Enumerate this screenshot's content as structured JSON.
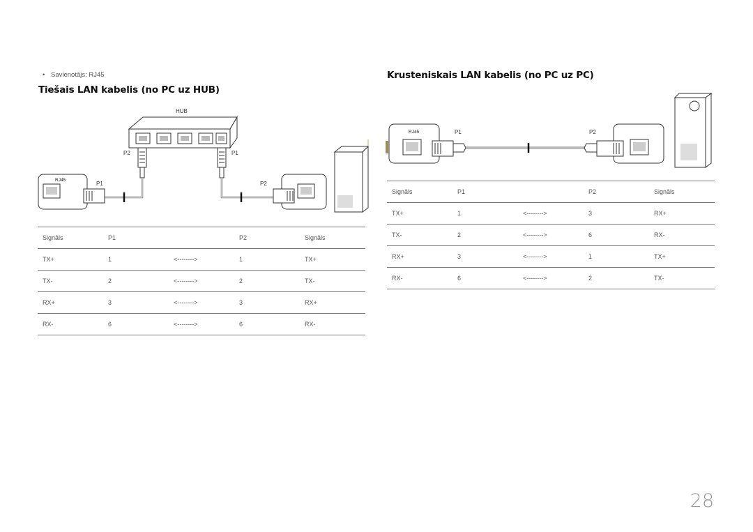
{
  "bullet": {
    "symbol": "•",
    "text": "Savienotājs: RJ45"
  },
  "left_section": {
    "title": "Tiešais LAN kabelis (no PC uz HUB)"
  },
  "right_section": {
    "title": "Krusteniskais LAN kabelis (no PC uz PC)"
  },
  "diagram_left": {
    "hub_label": "HUB",
    "rj45_label": "RJ45",
    "p1_top": "P1",
    "p2_top": "P2",
    "p1_bottom": "P1",
    "p2_bottom": "P2"
  },
  "diagram_right": {
    "rj45_label": "RJ45",
    "p1": "P1",
    "p2": "P2"
  },
  "table_left": {
    "headers": [
      "Signāls",
      "P1",
      "",
      "P2",
      "Signāls"
    ],
    "rows": [
      [
        "TX+",
        "1",
        "<-------->",
        "1",
        "TX+"
      ],
      [
        "TX-",
        "2",
        "<-------->",
        "2",
        "TX-"
      ],
      [
        "RX+",
        "3",
        "<-------->",
        "3",
        "RX+"
      ],
      [
        "RX-",
        "6",
        "<-------->",
        "6",
        "RX-"
      ]
    ]
  },
  "table_right": {
    "headers": [
      "Signāls",
      "P1",
      "",
      "P2",
      "Signāls"
    ],
    "rows": [
      [
        "TX+",
        "1",
        "<-------->",
        "3",
        "RX+"
      ],
      [
        "TX-",
        "2",
        "<-------->",
        "6",
        "RX-"
      ],
      [
        "RX+",
        "3",
        "<-------->",
        "1",
        "TX+"
      ],
      [
        "RX-",
        "6",
        "<-------->",
        "2",
        "TX-"
      ]
    ]
  },
  "page_number": "28"
}
